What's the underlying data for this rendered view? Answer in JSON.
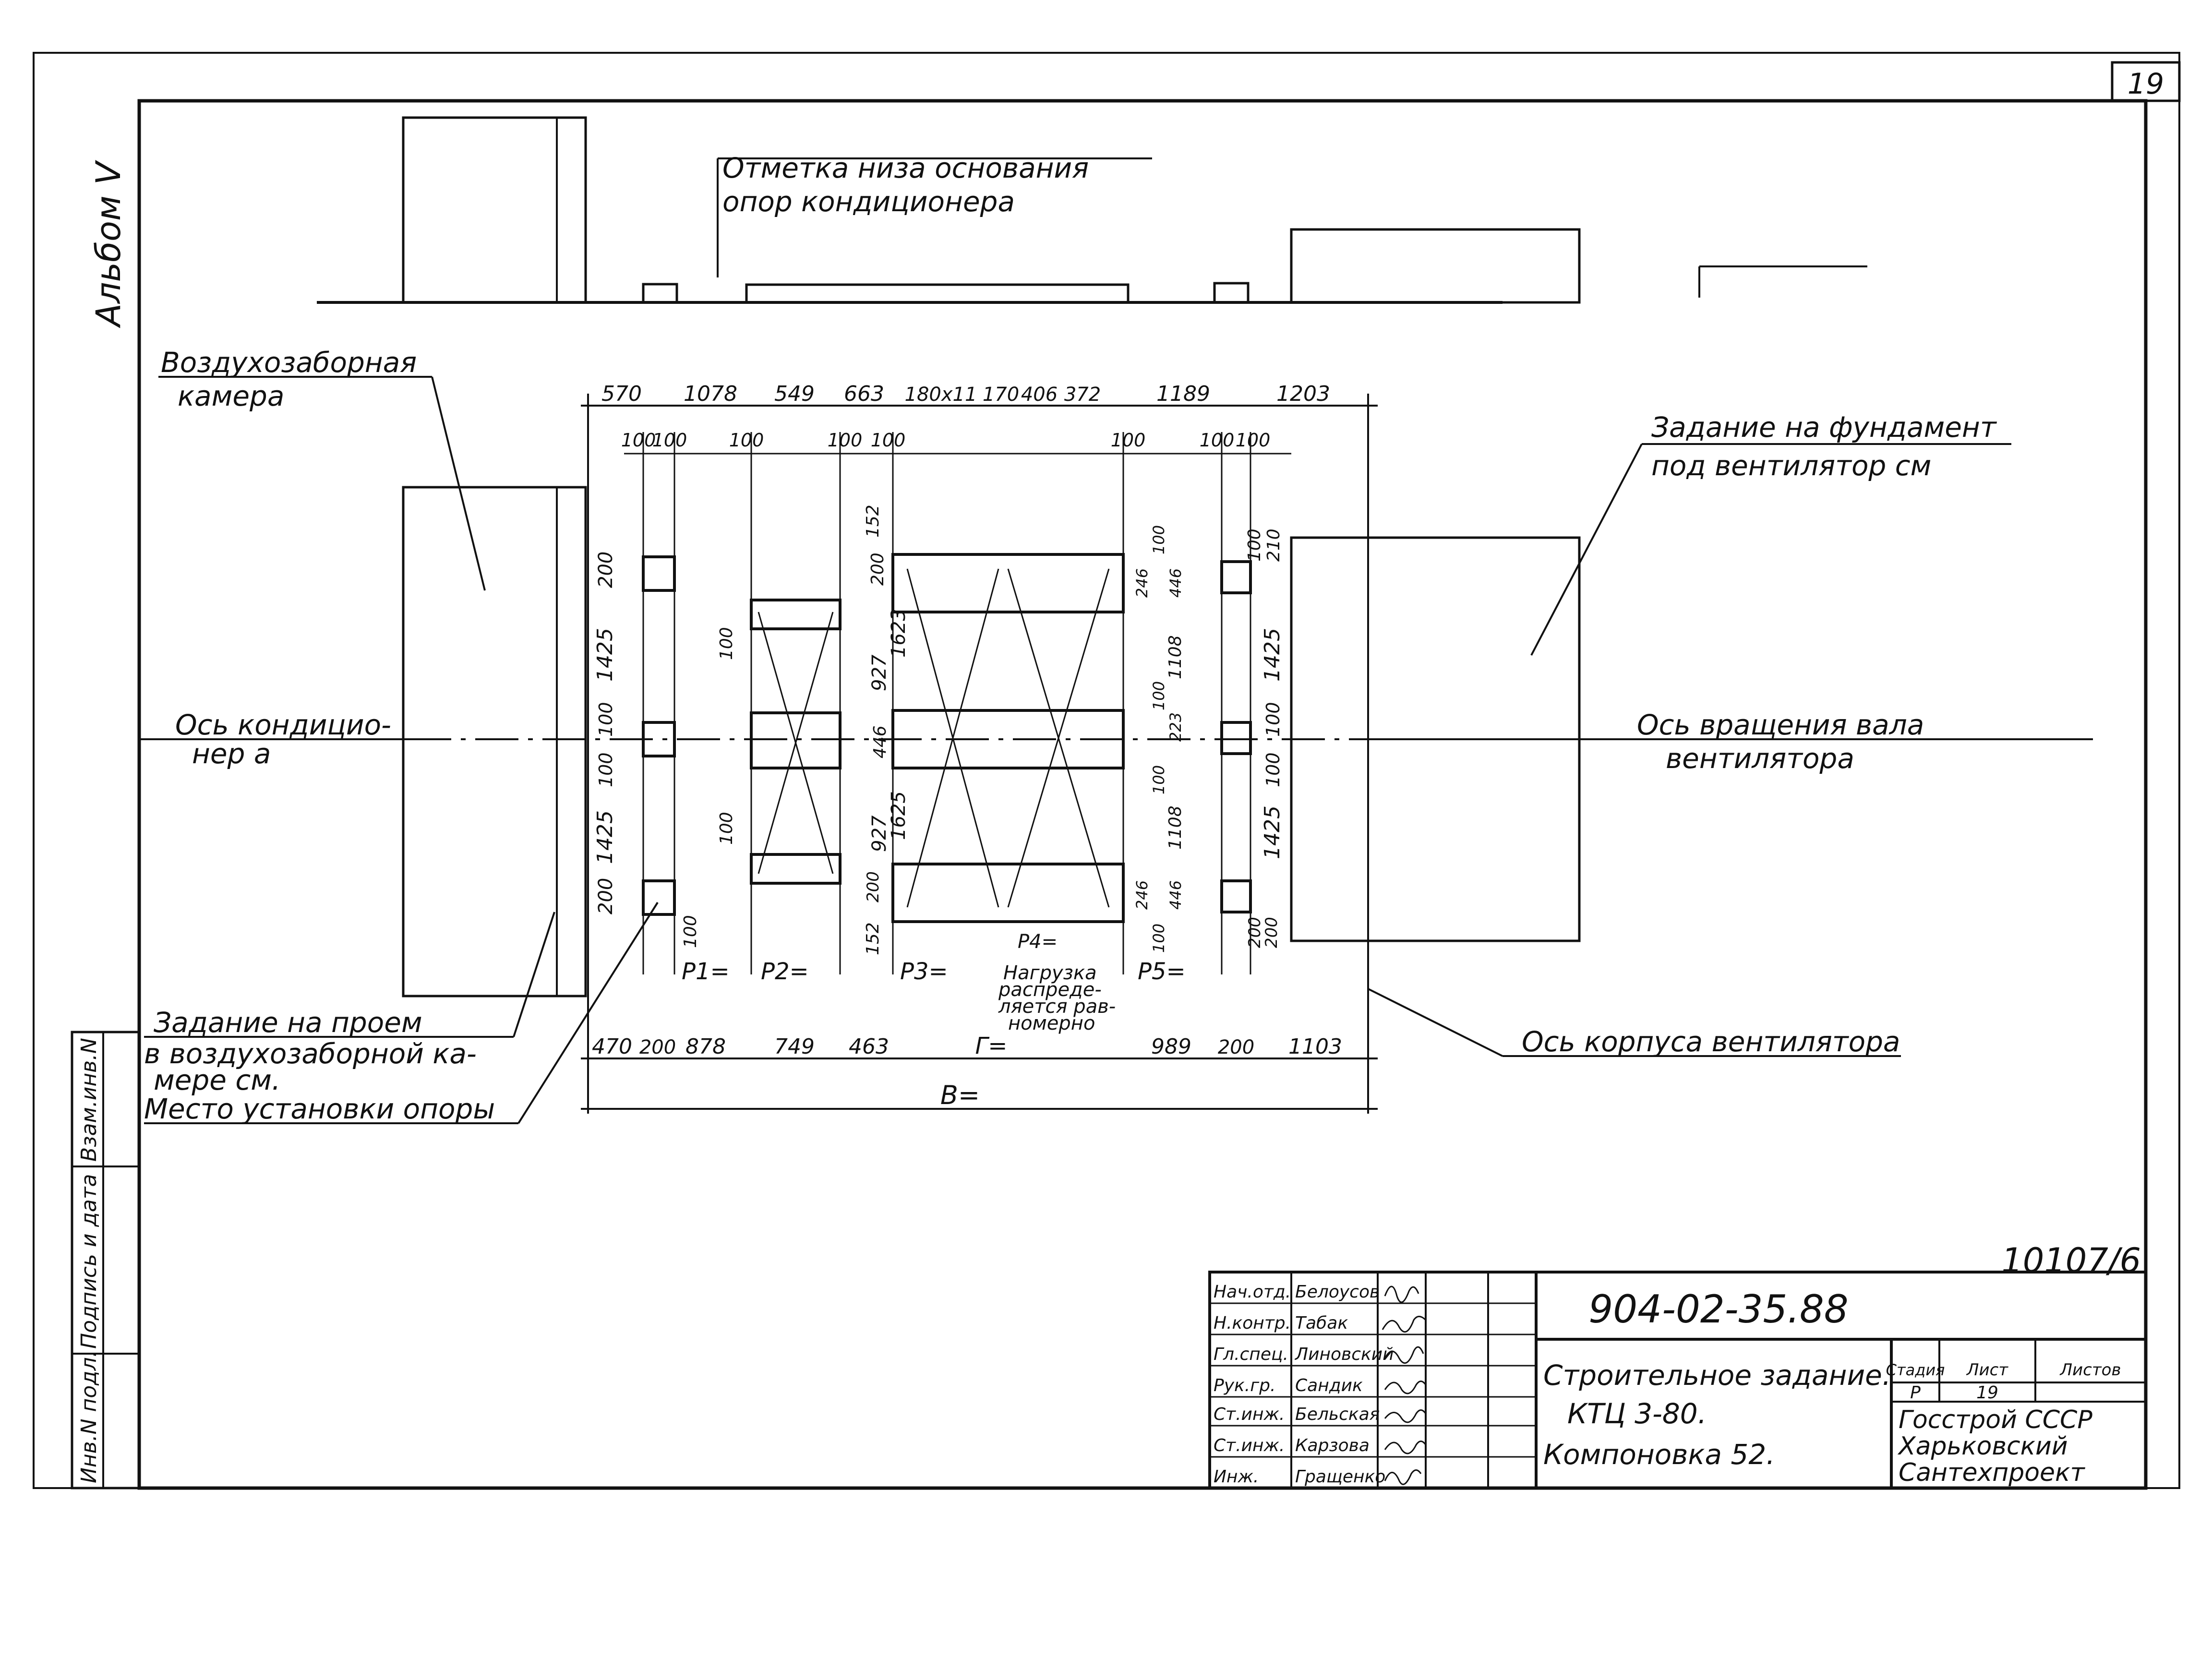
{
  "sheet_corner_number": "19",
  "side_label": "Альбом V",
  "labels": {
    "base_mark_line1": "Отметка низа основания",
    "base_mark_line2": "опор кондиционера",
    "intake_line1": "Воздухозаборная",
    "intake_line2": "камера",
    "fan_foundation_line1": "Задание на фундамент",
    "fan_foundation_line2": "под вентилятор см",
    "ac_axis_line1": "Ось кондицио-",
    "ac_axis_line2": "нер а",
    "shaft_axis_line1": "Ось вращения вала",
    "shaft_axis_line2": "вентилятора",
    "opening_line1": "Задание на проем",
    "opening_line2": "в воздухозаборной ка-",
    "opening_line3": "мере см.",
    "opening_line4": "Место установки опоры",
    "fan_body_axis": "Ось корпуса вентилятора",
    "load_note_line1": "Нагрузка",
    "load_note_line2": "распреде-",
    "load_note_line3": "ляется рав-",
    "load_note_line4": "номерно"
  },
  "top_dims": [
    "570",
    "1078",
    "549",
    "663",
    "180x11",
    "170",
    "406",
    "372",
    "1189",
    "1203"
  ],
  "small_dims": [
    "100",
    "100",
    "100",
    "100",
    "100",
    "100",
    "100",
    "100",
    "100",
    "100"
  ],
  "bottom_dims": [
    "470",
    "200",
    "878",
    "749",
    "463",
    "Г=",
    "989",
    "200",
    "1103"
  ],
  "overall_dim": "В=",
  "left_vert_dims": [
    "200",
    "1425",
    "100",
    "100",
    "1425",
    "200",
    "100"
  ],
  "right_vert_dims": [
    "100",
    "210",
    "1425",
    "100",
    "100",
    "1425",
    "200",
    "200"
  ],
  "mid_vert_dims": [
    "100",
    "927",
    "1623",
    "446",
    "927",
    "1625",
    "100",
    "152",
    "200",
    "200",
    "152"
  ],
  "frame_vert_dims": [
    "246",
    "100",
    "446",
    "1108",
    "100",
    "223",
    "100",
    "1108",
    "246",
    "446",
    "100"
  ],
  "loads": [
    "P1=",
    "P2=",
    "P3=",
    "P4=",
    "P5="
  ],
  "side_stamp": [
    "Инв.N подл.",
    "Подпись и дата",
    "Взам.инв.N"
  ],
  "archive_number": "10107/6",
  "title_block": {
    "designation": "904-02-35.88",
    "title_line1": "Строительное задание.",
    "title_line2": "КТЦ 3-80.",
    "title_line3": "Компоновка 52.",
    "stage_header": "Стадия",
    "sheet_header": "Лист",
    "sheets_header": "Листов",
    "stage": "Р",
    "sheet": "19",
    "org_line1": "Госстрой СССР",
    "org_line2": "Харьковский",
    "org_line3": "Сантехпроект",
    "staff": [
      {
        "role": "Нач.отд.",
        "name": "Белоусов"
      },
      {
        "role": "Н.контр.",
        "name": "Табак"
      },
      {
        "role": "Гл.спец.",
        "name": "Линовский"
      },
      {
        "role": "Рук.гр.",
        "name": "Сандик"
      },
      {
        "role": "Ст.инж.",
        "name": "Бельская"
      },
      {
        "role": "Ст.инж.",
        "name": "Карзова"
      },
      {
        "role": "Инж.",
        "name": "Гращенко"
      }
    ]
  }
}
